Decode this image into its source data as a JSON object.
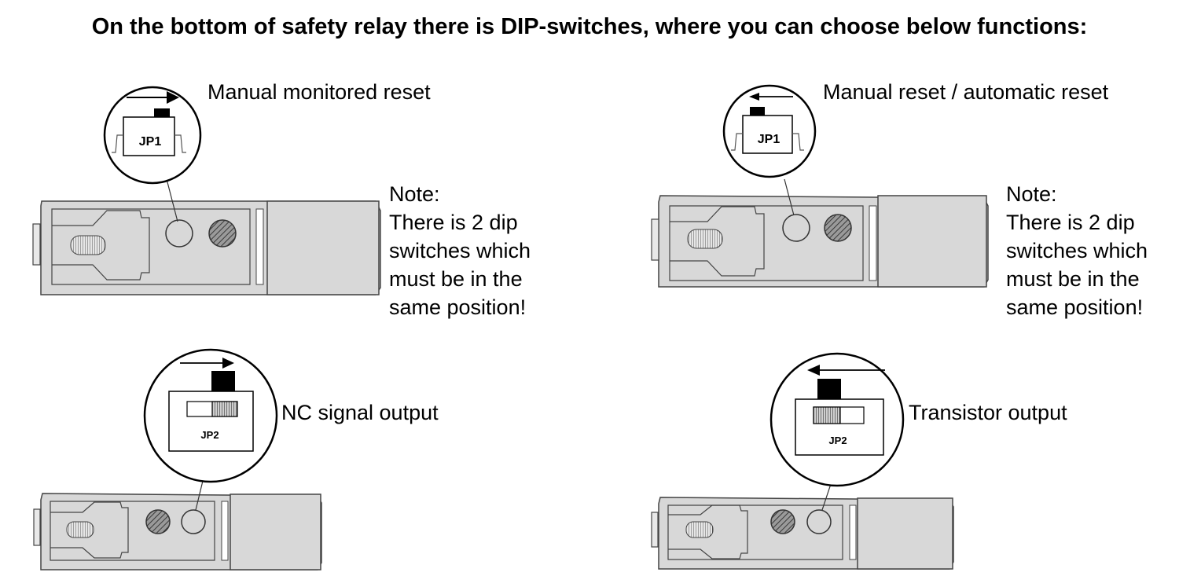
{
  "title": "On the bottom of safety relay there is DIP-switches, where you can choose below functions:",
  "panels": {
    "manual_monitored": {
      "label": "Manual monitored reset",
      "switch": "JP1"
    },
    "manual_auto": {
      "label": "Manual reset / automatic reset",
      "switch": "JP1"
    },
    "nc_output": {
      "label": "NC signal output",
      "switch": "JP2"
    },
    "transistor_output": {
      "label": "Transistor output",
      "switch": "JP2"
    }
  },
  "note": {
    "lines": [
      "Note:",
      "There is 2 dip",
      "switches which",
      "must be in the",
      "same position!"
    ]
  }
}
